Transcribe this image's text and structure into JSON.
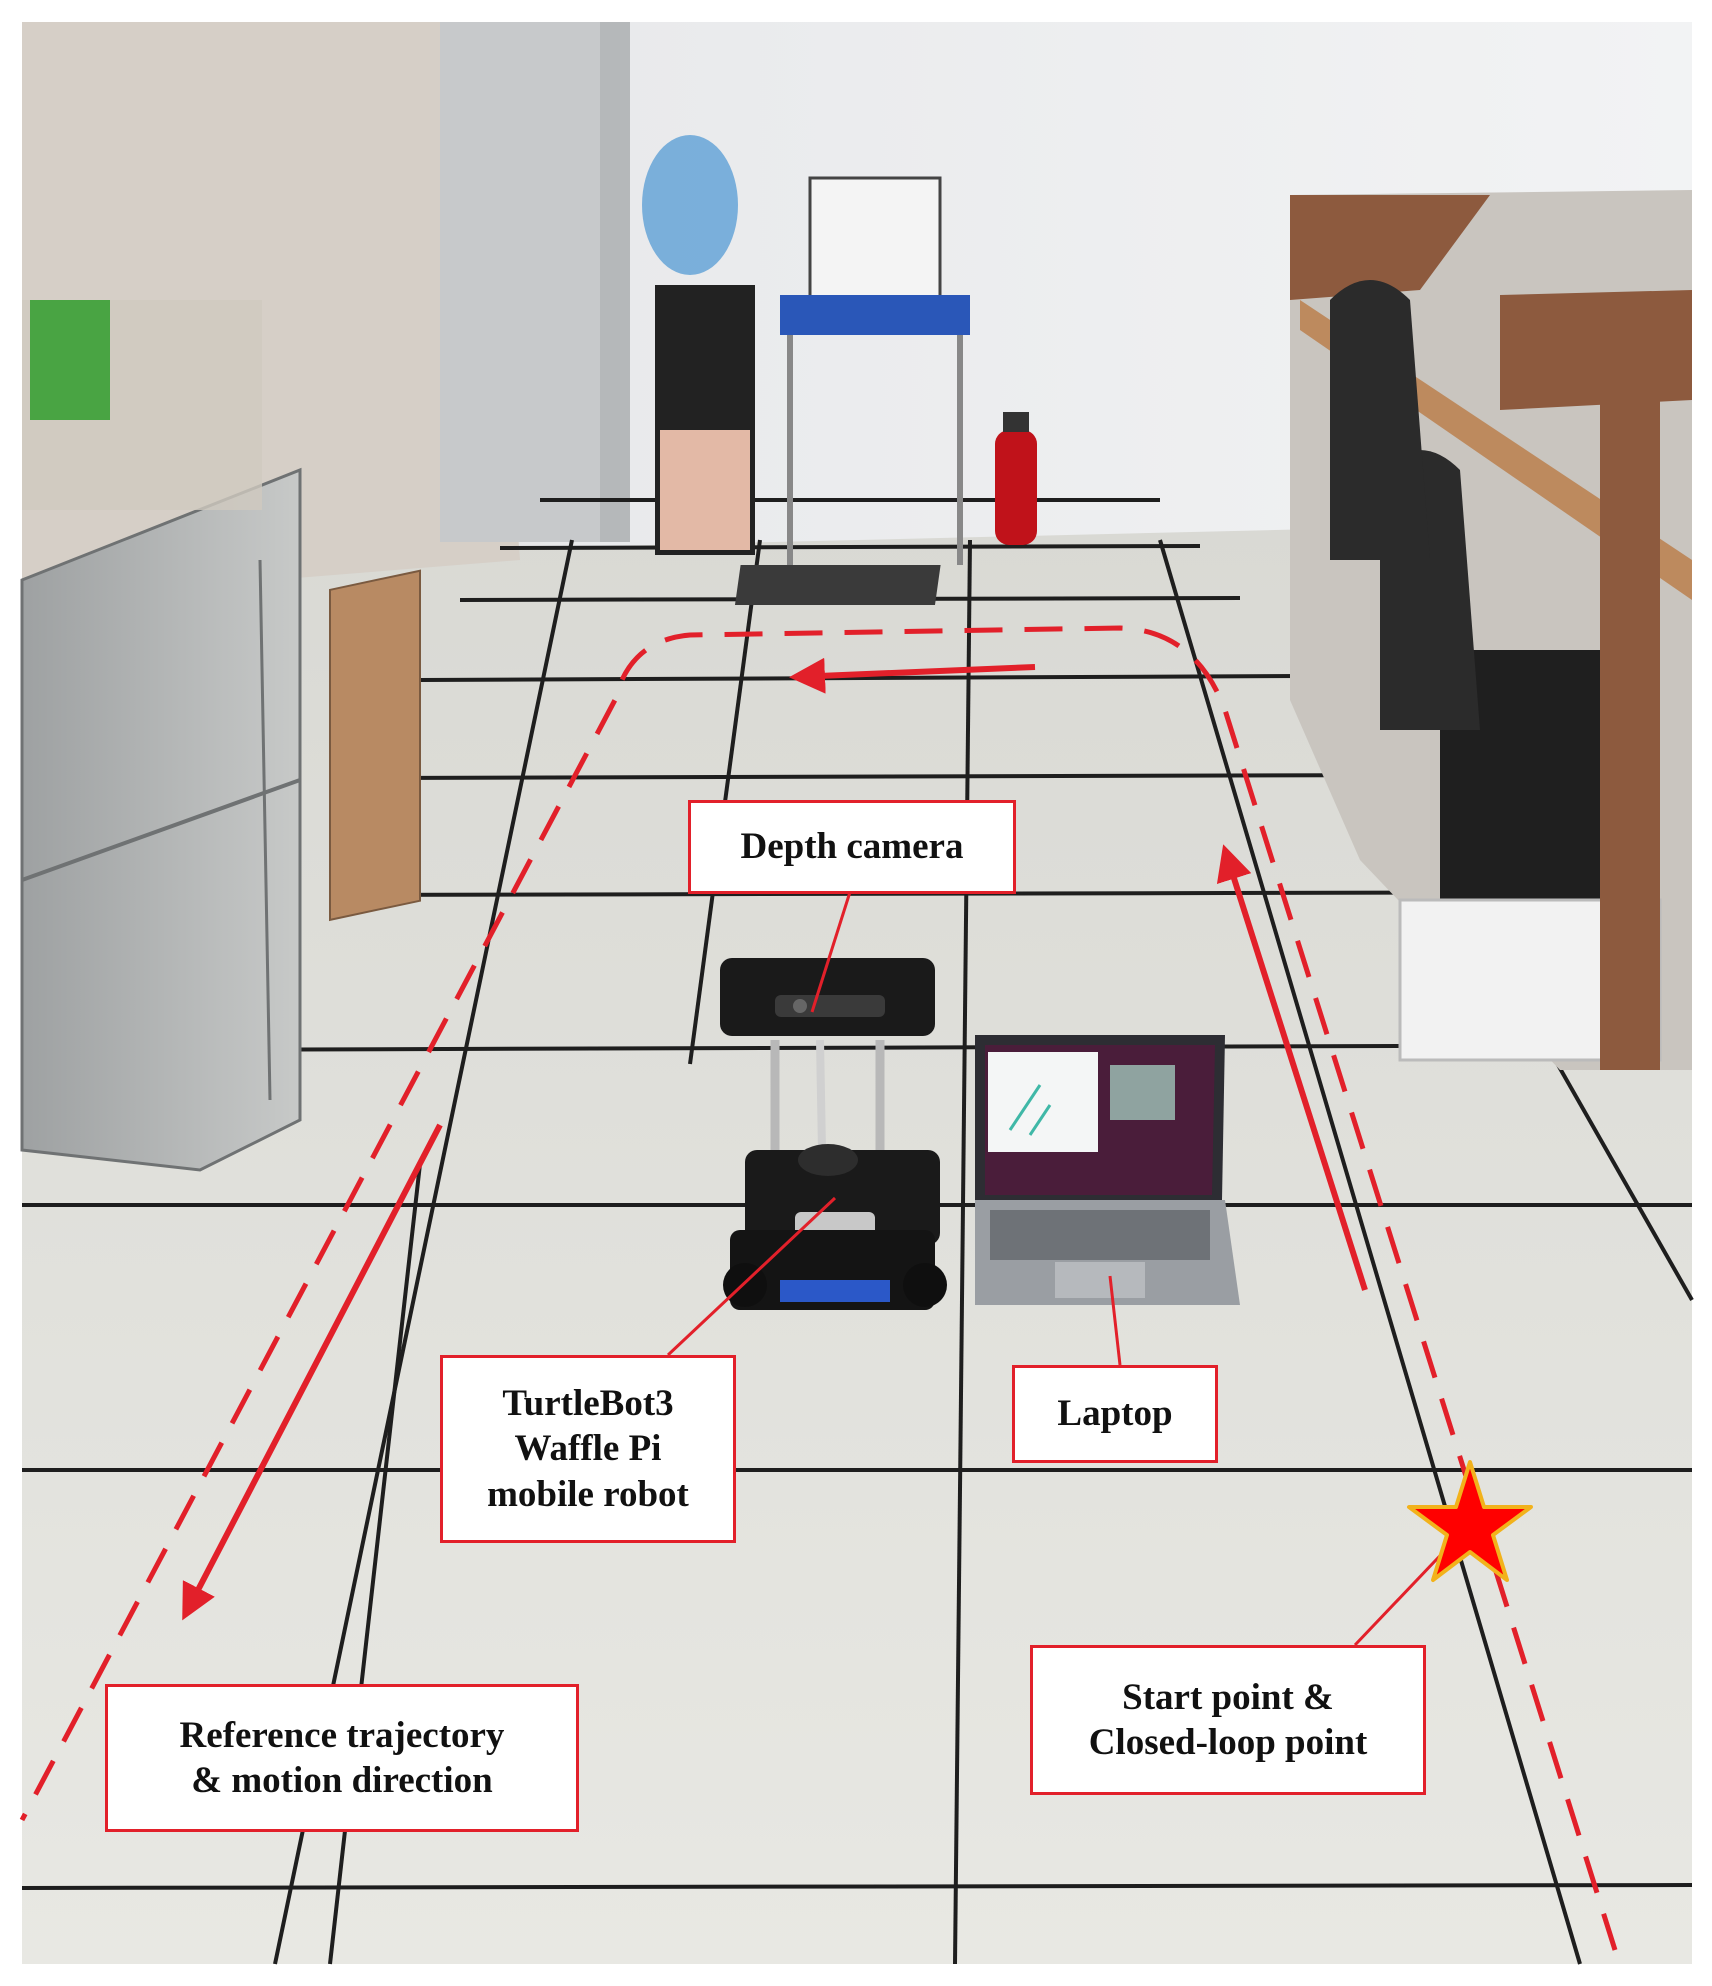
{
  "labels": {
    "depth_camera": "Depth camera",
    "robot": [
      "TurtleBot3",
      "Waffle Pi",
      "mobile robot"
    ],
    "laptop": "Laptop",
    "reference": [
      "Reference trajectory",
      "& motion direction"
    ],
    "start": [
      "Start point &",
      "Closed-loop point"
    ]
  },
  "colors": {
    "annotation_red": "#e2202a",
    "star_red": "#ff0000",
    "star_outline": "#f2b21b",
    "floor_tile": "#e4e4df",
    "tile_grout": "#1e1e1e",
    "wall": "#eef0f1",
    "callout_fill": "#ffffff",
    "robot_black": "#1a1a1a"
  },
  "icons": {
    "start_marker": "star-icon",
    "direction_arrows": "arrow-icon"
  }
}
